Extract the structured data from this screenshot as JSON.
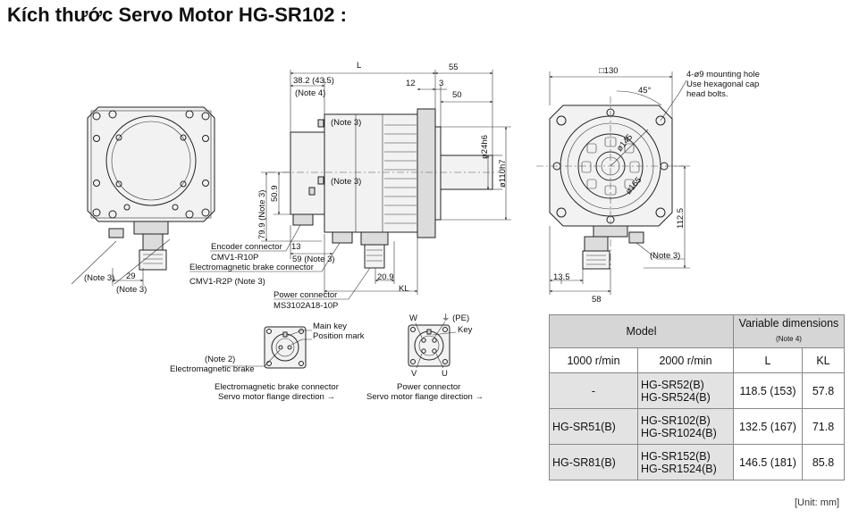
{
  "title": "Kích thước Servo Motor HG-SR102 :",
  "unit": "[Unit: mm]",
  "labels": {
    "L": "L",
    "d38": "38.2 (43.5)",
    "note4": "(Note 4)",
    "d55": "55",
    "d12": "12",
    "d3": "3",
    "d50": "50",
    "note3": "(Note 3)",
    "phi24": "ø24h6",
    "phi110": "ø110h7",
    "d79": "79.9 (Note 3)",
    "d509": "50.9",
    "enc1": "Encoder connector",
    "enc2": "CMV1-R10P",
    "d13": "13",
    "d59": "59 (Note 3)",
    "brk1": "Electromagnetic brake connector",
    "brk2": "CMV1-R2P (Note 3)",
    "pwr1": "Power connector",
    "pwr2": "MS3102A18-10P",
    "d209": "20.9",
    "KL": "KL",
    "d29": "29",
    "sq130": "□130",
    "mh1": "4-ø9 mounting hole",
    "mh2": "Use hexagonal cap",
    "mh3": "head bolts.",
    "a45": "45°",
    "phi145": "ø145",
    "phi165": "ø165",
    "d1125": "112.5",
    "d135": "13.5",
    "d58": "58",
    "mainkey1": "Main key",
    "mainkey2": "Position mark",
    "note2": "(Note 2)",
    "embrake": "Electromagnetic brake",
    "embc": "Electromagnetic brake connector",
    "flange1": "Servo motor flange direction →",
    "pc": "Power connector",
    "flange2": "Servo motor flange direction →",
    "W": "W",
    "PE": "⏚ (PE)",
    "Key": "Key",
    "V": "V",
    "U": "U"
  },
  "table": {
    "model": "Model",
    "var_dim": "Variable dimensions",
    "var_note": "(Note 4)",
    "rpm1000": "1000 r/min",
    "rpm2000": "2000 r/min",
    "colL": "L",
    "colKL": "KL",
    "rows": [
      {
        "m1000": "-",
        "m2000a": "HG-SR52(B)",
        "m2000b": "HG-SR524(B)",
        "L": "118.5 (153)",
        "KL": "57.8"
      },
      {
        "m1000": "HG-SR51(B)",
        "m2000a": "HG-SR102(B)",
        "m2000b": "HG-SR1024(B)",
        "L": "132.5 (167)",
        "KL": "71.8"
      },
      {
        "m1000": "HG-SR81(B)",
        "m2000a": "HG-SR152(B)",
        "m2000b": "HG-SR1524(B)",
        "L": "146.5 (181)",
        "KL": "85.8"
      }
    ]
  }
}
